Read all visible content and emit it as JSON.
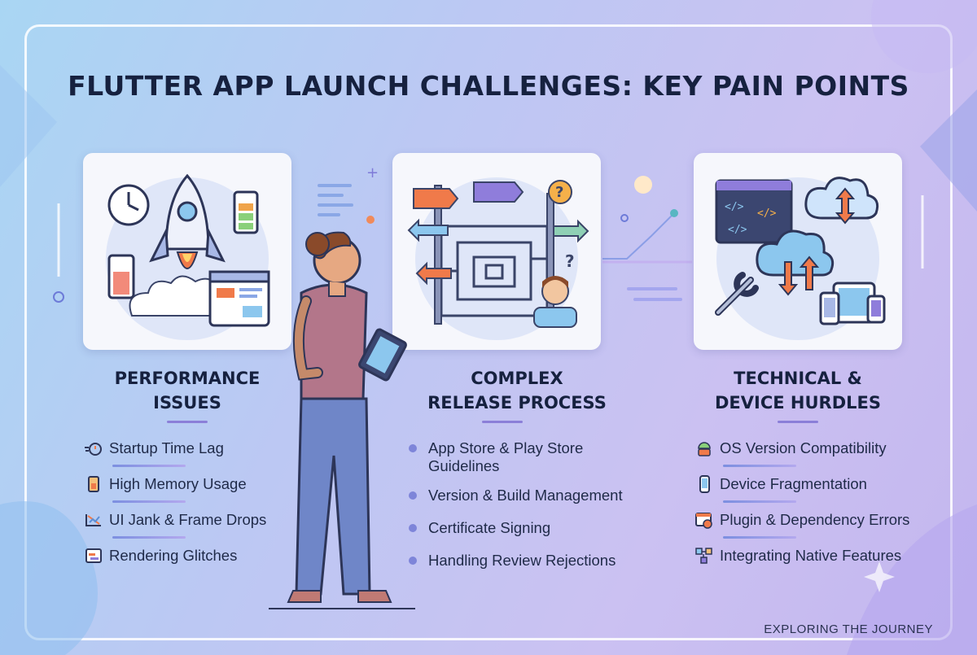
{
  "title": "FLUTTER APP LAUNCH CHALLENGES: KEY PAIN POINTS",
  "footer": "EXPLORING THE JOURNEY",
  "colors": {
    "title": "#16213f",
    "accent_purple": "#8b7fd8",
    "accent_orange": "#f07a4a",
    "accent_blue": "#5a8fd8",
    "card_bg": "#f6f7fc"
  },
  "columns": [
    {
      "heading_line1": "PERFORMANCE",
      "heading_line2": "ISSUES",
      "card_icon": "rocket-launch-illustration",
      "items": [
        {
          "label": "Startup Time Lag",
          "icon": "stopwatch-icon"
        },
        {
          "label": "High Memory Usage",
          "icon": "memory-chip-icon"
        },
        {
          "label": "UI Jank & Frame Drops",
          "icon": "frame-drop-icon"
        },
        {
          "label": "Rendering Glitches",
          "icon": "glitch-window-icon"
        }
      ]
    },
    {
      "heading_line1": "COMPLEX",
      "heading_line2": "RELEASE PROCESS",
      "card_icon": "signpost-maze-illustration",
      "items": [
        {
          "label": "App Store & Play Store",
          "label2": "Guidelines"
        },
        {
          "label": "Version & Build Management"
        },
        {
          "label": "Certificate Signing"
        },
        {
          "label": "Handling Review Rejections"
        }
      ]
    },
    {
      "heading_line1": "TECHNICAL &",
      "heading_line2": "DEVICE HURDLES",
      "card_icon": "cloud-code-devices-illustration",
      "items": [
        {
          "label": "OS Version Compatibility",
          "icon": "android-icon"
        },
        {
          "label": "Device Fragmentation",
          "icon": "phone-icon"
        },
        {
          "label": "Plugin & Dependency Errors",
          "icon": "plugin-error-icon"
        },
        {
          "label": "Integrating Native Features",
          "icon": "native-blocks-icon"
        }
      ]
    }
  ]
}
